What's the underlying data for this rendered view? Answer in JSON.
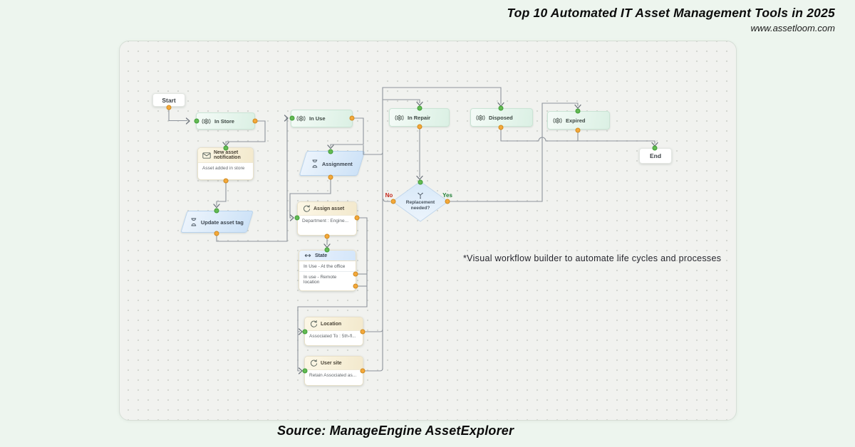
{
  "header": {
    "title": "Top 10 Automated IT Asset Management Tools in 2025",
    "website": "www.assetloom.com"
  },
  "footer": {
    "source_label": "Source: ManageEngine AssetExplorer"
  },
  "canvas": {
    "annotation": "*Visual workflow builder to automate life cycles and processes"
  },
  "nodes": {
    "start": {
      "label": "Start"
    },
    "in_store": {
      "label": "In Store"
    },
    "new_asset_notification": {
      "title": "New asset notification",
      "detail": "Asset added in store"
    },
    "update_asset_tag": {
      "label": "Update asset tag"
    },
    "in_use": {
      "label": "In Use"
    },
    "assignment": {
      "label": "Assignment"
    },
    "assign_asset": {
      "title": "Assign asset",
      "detail": "Department : Engine..."
    },
    "state": {
      "title": "State",
      "rows": [
        "In Use - At the office",
        "In use - Remote location"
      ]
    },
    "location": {
      "title": "Location",
      "detail": "Associated To : 5th-fl..."
    },
    "user_site": {
      "title": "User site",
      "detail": "Retain Associated as..."
    },
    "in_repair": {
      "label": "In Repair"
    },
    "replacement_needed": {
      "label": "Replacement needed?",
      "no_label": "No",
      "yes_label": "Yes"
    },
    "disposed": {
      "label": "Disposed"
    },
    "expired": {
      "label": "Expired"
    },
    "end": {
      "label": "End"
    }
  },
  "icons": {
    "in_store": "gear-state-icon",
    "in_use": "gear-state-icon",
    "in_repair": "gear-state-icon",
    "disposed": "gear-state-icon",
    "expired": "gear-state-icon",
    "new_asset_notification": "envelope-icon",
    "update_asset_tag": "hourglass-icon",
    "assignment": "hourglass-icon",
    "assign_asset": "refresh-loop-icon",
    "state": "double-arrow-icon",
    "location": "refresh-loop-icon",
    "user_site": "refresh-loop-icon",
    "replacement_needed": "branch-split-icon"
  },
  "colors": {
    "port_input_green": "#64ba53",
    "port_output_orange": "#f4a83a",
    "wire_gray": "#8e949c",
    "no_red": "#c5281c",
    "yes_green": "#1e7e34",
    "state_node_green": "#dbf0e4",
    "action_header_cream": "#f3e9cd",
    "process_blue": "#cde2f7",
    "canvas_bg": "#f1f2ef",
    "page_bg": "#edf5ee"
  }
}
